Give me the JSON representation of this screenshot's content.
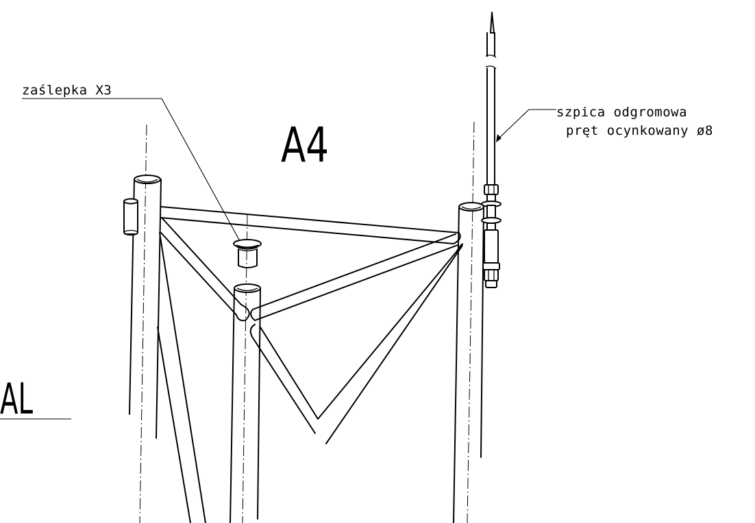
{
  "labels": {
    "plug": "zaślepka X3",
    "section": "A4",
    "spike_line1": "szpica odgromowa",
    "spike_line2": "pręt ocynkowany ø8",
    "partial": "AL"
  },
  "colors": {
    "ink": "#000000",
    "paper": "#ffffff"
  }
}
